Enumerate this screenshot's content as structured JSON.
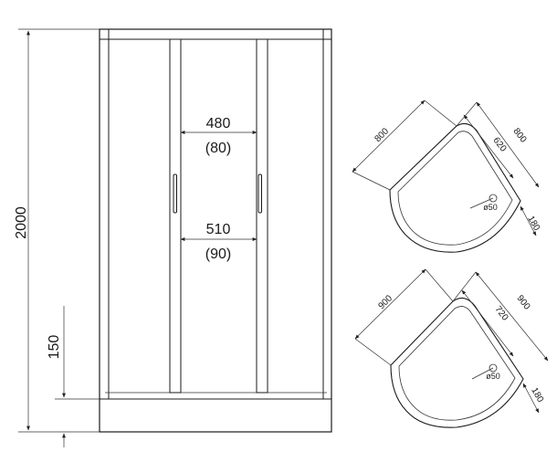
{
  "front_view": {
    "height_total": "2000",
    "tray_height": "150",
    "opening_top": {
      "value": "480",
      "alt": "(80)"
    },
    "opening_bottom": {
      "value": "510",
      "alt": "(90)"
    }
  },
  "plan_small": {
    "side_a": "800",
    "side_b": "800",
    "inner": "620",
    "straight": "180",
    "drain": "ø50"
  },
  "plan_large": {
    "side_a": "900",
    "side_b": "900",
    "inner": "720",
    "straight": "180",
    "drain": "ø50"
  }
}
